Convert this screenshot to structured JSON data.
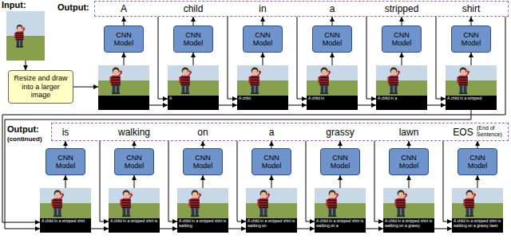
{
  "diagram": {
    "nodes": [
      {
        "text": [
          "Resize and draw into a larger image"
        ]
      },
      {
        "text": [
          "A",
          "child",
          "in",
          "a",
          "stripped",
          "shirt"
        ]
      },
      {
        "text": [
          "CNN Model"
        ]
      },
      {
        "text": [
          "CNN Model"
        ]
      },
      {
        "text": [
          "CNN Model"
        ]
      },
      {
        "text": [
          "CNN Model"
        ]
      },
      {
        "text": [
          "CNN Model"
        ]
      },
      {
        "text": [
          "CNN Model"
        ]
      },
      {
        "text": [
          "is",
          "walking",
          "on",
          "a",
          "grassy",
          "lawn",
          "EOS",
          "(End of Sentence)"
        ]
      },
      {
        "text": [
          "CNN Model"
        ]
      },
      {
        "text": [
          "CNN Model"
        ]
      },
      {
        "text": [
          "CNN Model"
        ]
      },
      {
        "text": [
          "CNN Model"
        ]
      },
      {
        "text": [
          "CNN Model"
        ]
      },
      {
        "text": [
          "CNN Model"
        ]
      },
      {
        "text": [
          "CNN Model"
        ]
      }
    ],
    "edges": [
      {
        "from": 2,
        "to": 1,
        "arrow": "to"
      },
      {
        "from": 3,
        "to": 1,
        "arrow": "to"
      },
      {
        "from": 4,
        "to": 1,
        "arrow": "to"
      },
      {
        "from": 5,
        "to": 1,
        "arrow": "to"
      },
      {
        "from": 6,
        "to": 1,
        "arrow": "to"
      },
      {
        "from": 7,
        "to": 1,
        "arrow": "to"
      },
      {
        "from": 9,
        "to": 8,
        "arrow": "to"
      },
      {
        "from": 10,
        "to": 8,
        "arrow": "to"
      },
      {
        "from": 11,
        "to": 8,
        "arrow": "to"
      },
      {
        "from": 12,
        "to": 8,
        "arrow": "to"
      },
      {
        "from": 13,
        "to": 8,
        "arrow": "to"
      },
      {
        "from": 14,
        "to": 8,
        "arrow": "to"
      },
      {
        "from": 15,
        "to": 8,
        "arrow": "to"
      }
    ],
    "labels": [
      "Input:",
      "Output:",
      "Output:",
      "(continued)",
      "A",
      "A child",
      "A child in",
      "A child in a",
      "A child in a stripped",
      "A child in a stripped shirt",
      "A child in a stripped shirt is",
      "A child in a stripped shirt is walking",
      "A child in a stripped shirt is walking on",
      "A child in a stripped shirt is walking on a",
      "A child in a stripped shirt is walking on a grassy",
      "A child in a stripped shirt is walking on a grassy lawn"
    ]
  }
}
